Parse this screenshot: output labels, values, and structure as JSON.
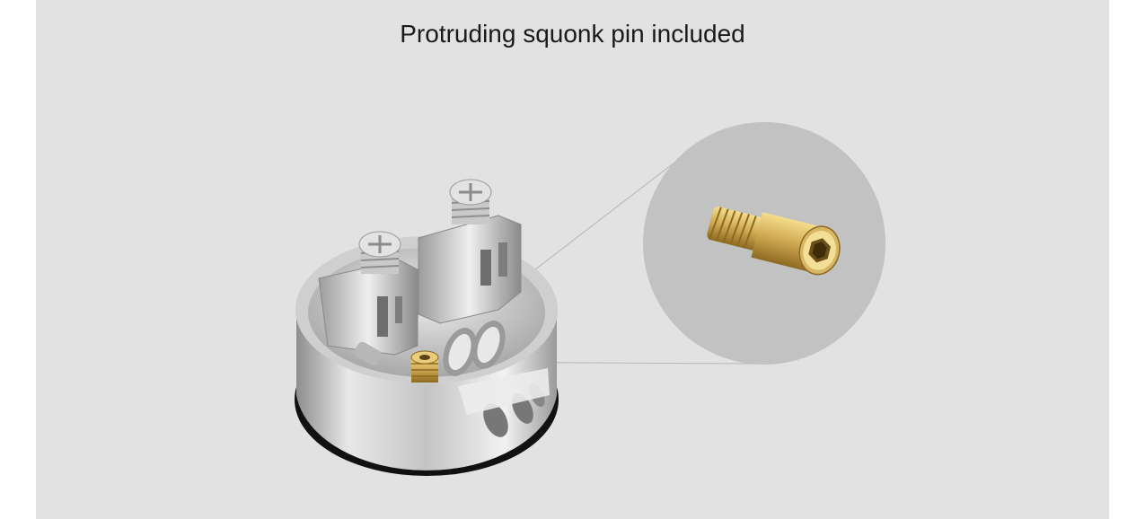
{
  "headline": "Protruding squonk pin included",
  "illustration": {
    "main_object": "rda-deck",
    "detail_object": "squonk-pin",
    "colors": {
      "background": "#e2e2e2",
      "page": "#ffffff",
      "zoom_circle": "#c2c2c2",
      "steel": "#d0d0d0",
      "o_ring": "#111111",
      "brass": "#c9a24a"
    }
  }
}
